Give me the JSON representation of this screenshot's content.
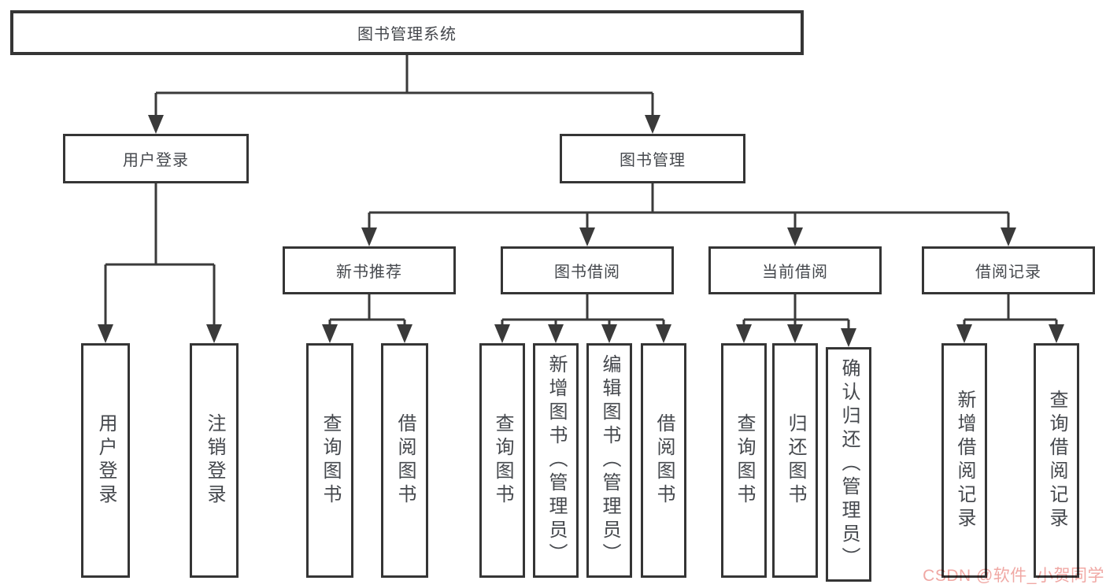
{
  "diagram": {
    "root": {
      "label": "图书管理系统"
    },
    "branches": [
      {
        "label": "用户登录",
        "children": [
          {
            "label": "用户登录"
          },
          {
            "label": "注销登录"
          }
        ]
      },
      {
        "label": "图书管理",
        "children": [
          {
            "label": "新书推荐",
            "children": [
              {
                "label": "查询图书"
              },
              {
                "label": "借阅图书"
              }
            ]
          },
          {
            "label": "图书借阅",
            "children": [
              {
                "label": "查询图书"
              },
              {
                "label": "新增图书（管理员）"
              },
              {
                "label": "编辑图书（管理员）"
              },
              {
                "label": "借阅图书"
              }
            ]
          },
          {
            "label": "当前借阅",
            "children": [
              {
                "label": "查询图书"
              },
              {
                "label": "归还图书"
              },
              {
                "label": "确认归还（管理员）"
              }
            ]
          },
          {
            "label": "借阅记录",
            "children": [
              {
                "label": "新增借阅记录"
              },
              {
                "label": "查询借阅记录"
              }
            ]
          }
        ]
      }
    ]
  },
  "watermark": {
    "text": "CSDN @软件_小贺同学"
  },
  "colors": {
    "line": "#3a3a3a",
    "box_border": "#353535",
    "text": "#45484d",
    "watermark": "#f0a8a4",
    "background": "#ffffff"
  }
}
